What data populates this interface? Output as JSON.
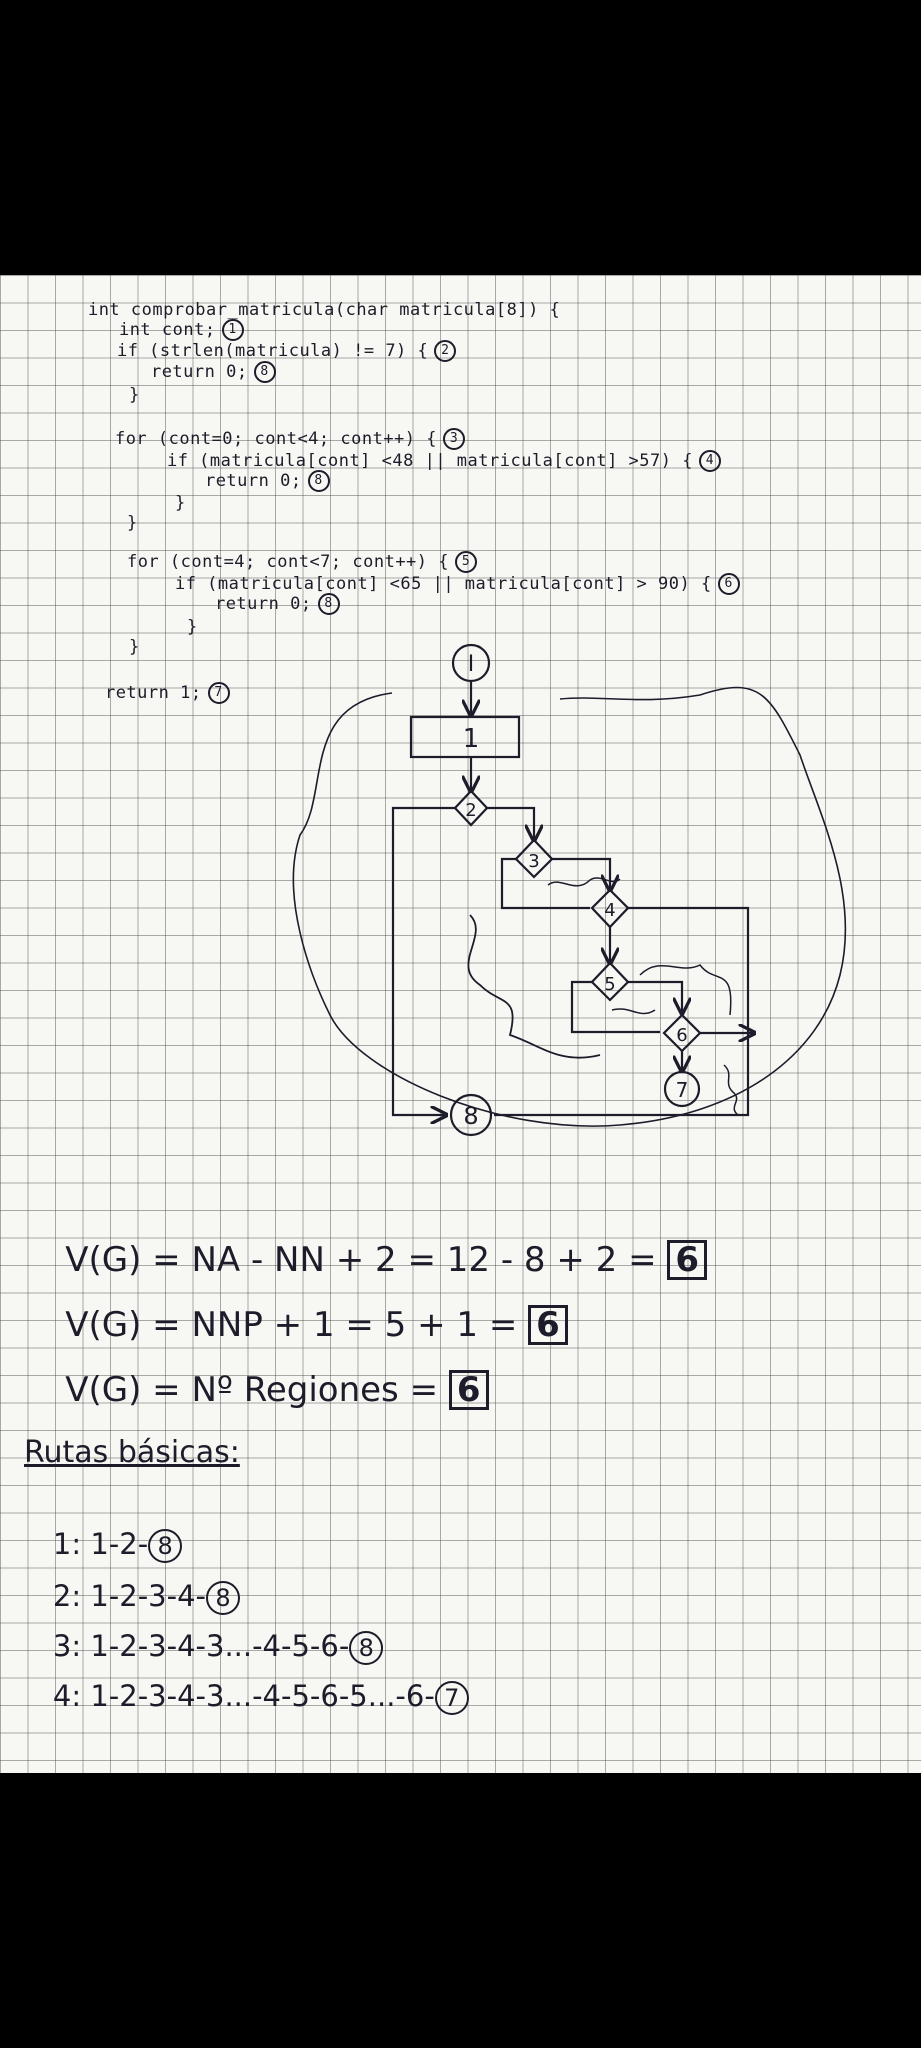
{
  "code": {
    "lines": [
      "int comprobar_matricula(char matricula[8]) {",
      "int cont;",
      "if (strlen(matricula) != 7) {",
      "return 0;",
      "}",
      "for (cont=0; cont<4; cont++) {",
      "if (matricula[cont] <48 || matricula[cont] >57) {",
      "return 0;",
      "}",
      "}",
      "for (cont=4; cont<7; cont++) {",
      "if (matricula[cont] <65 || matricula[cont] > 90) {",
      "return 0;",
      "}",
      "}",
      "return 1;"
    ],
    "marks": [
      "1",
      "2",
      "8",
      "3",
      "4",
      "8",
      "5",
      "6",
      "8",
      "7"
    ]
  },
  "graph": {
    "start": "I",
    "nodes": [
      "1",
      "2",
      "3",
      "4",
      "5",
      "6",
      "7",
      "8"
    ]
  },
  "complexity": {
    "formulas": [
      {
        "text": "V(G) = NA - NN + 2 = 12 - 8 + 2 =",
        "result": "6"
      },
      {
        "text": "V(G) = NNP + 1 = 5 + 1 =",
        "result": "6"
      },
      {
        "text": "V(G) = Nº Regiones =",
        "result": "6"
      }
    ]
  },
  "routes": {
    "title": "Rutas básicas:",
    "items": [
      {
        "label": "1:",
        "path": "1-2-",
        "end": "8"
      },
      {
        "label": "2:",
        "path": "1-2-3-4-",
        "end": "8"
      },
      {
        "label": "3:",
        "path": "1-2-3-4-3...-4-5-6-",
        "end": "8"
      },
      {
        "label": "4:",
        "path": "1-2-3-4-3...-4-5-6-5...-6-",
        "end": "7"
      }
    ]
  }
}
